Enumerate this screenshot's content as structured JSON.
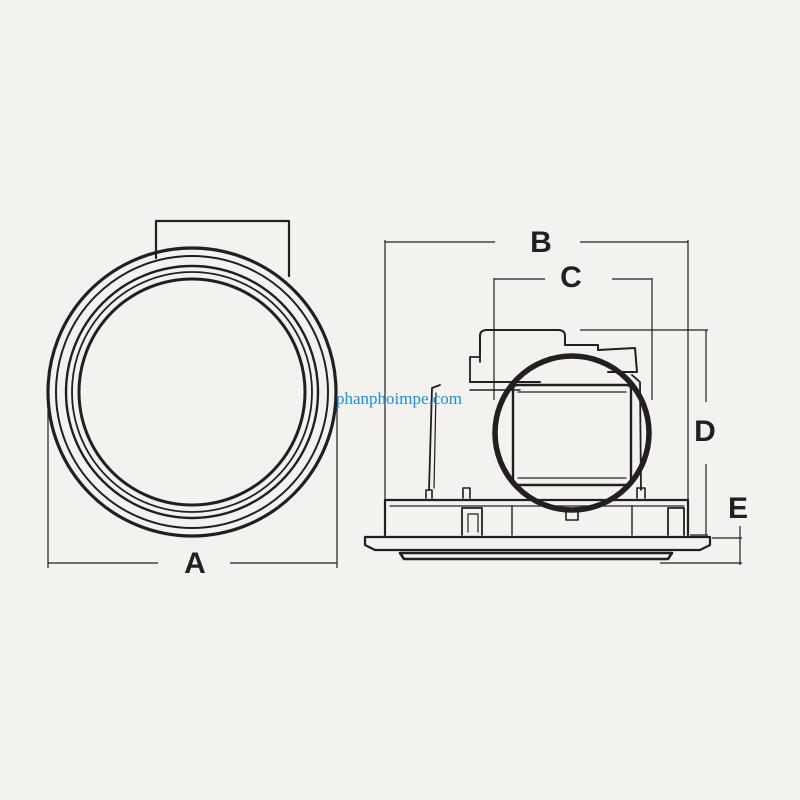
{
  "labels": {
    "a": "A",
    "b": "B",
    "c": "C",
    "d": "D",
    "e": "E"
  },
  "watermark": "phanphoimpe.com",
  "colors": {
    "background": "#f3f2ef",
    "line": "#231f20",
    "watermark": "#1a8fd8"
  }
}
